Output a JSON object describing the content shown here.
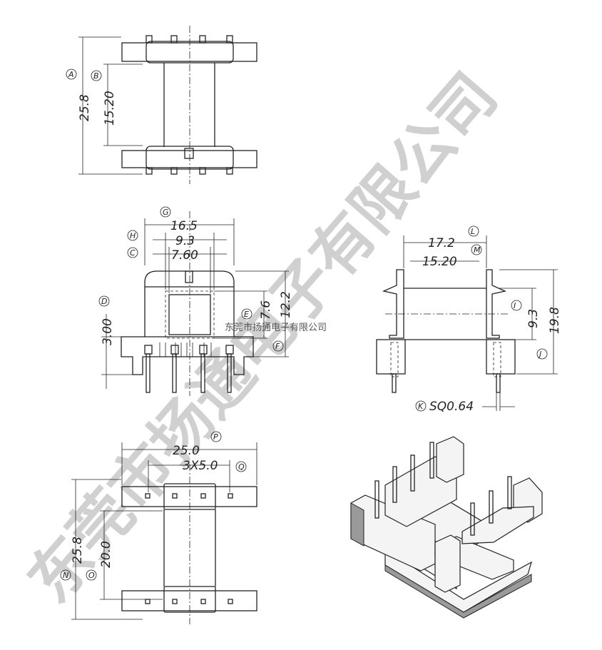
{
  "watermark": {
    "big": "东莞市扬通电子有限公司",
    "small": "东莞市扬通电子有限公司"
  },
  "top_view": {
    "dim_A": "25.8",
    "label_A": "A",
    "dim_B": "15.20",
    "label_B": "B"
  },
  "front_view": {
    "dim_G": "16.5",
    "label_G": "G",
    "dim_H": "9.3",
    "label_H": "H",
    "dim_C": "7.60",
    "label_C": "C",
    "dim_D": "3.00",
    "label_D": "D",
    "dim_E": "7.6",
    "label_E": "E",
    "dim_F": "12.2",
    "label_F": "F"
  },
  "side_view": {
    "dim_L": "17.2",
    "label_L": "L",
    "dim_M": "15.20",
    "label_M": "M",
    "dim_I": "9.3",
    "label_I": "I",
    "dim_J": "19.8",
    "label_J": "J",
    "dim_K": "SQ0.64",
    "label_K": "K"
  },
  "bottom_view": {
    "dim_P": "25.0",
    "label_P": "P",
    "dim_Q": "3X5.0",
    "label_Q": "Q",
    "dim_N": "25.8",
    "label_N": "N",
    "dim_O": "20.0",
    "label_O": "O"
  }
}
